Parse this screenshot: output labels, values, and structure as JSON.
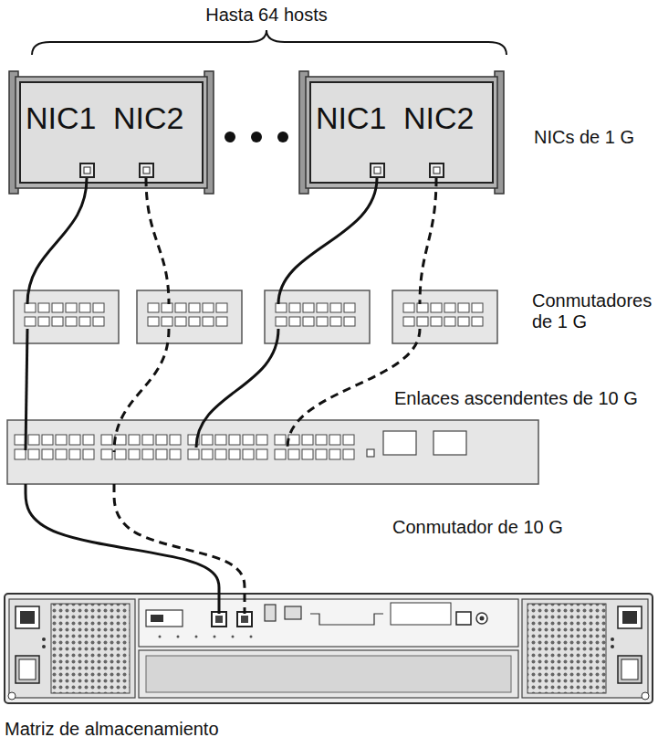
{
  "diagram": {
    "title": "Hasta 64 hosts",
    "nodes": [
      {
        "text": [
          "NIC1",
          "NIC2"
        ]
      },
      {
        "text": [
          "NIC1",
          "NIC2"
        ]
      },
      {
        "text": [
          "Conmutador de 10 G"
        ]
      },
      {
        "text": [
          "Matriz de almacenamiento"
        ]
      }
    ],
    "edges": [
      {
        "from": 2,
        "to": 3,
        "arrow": "none"
      },
      {
        "from": 2,
        "to": 3,
        "arrow": "none"
      }
    ],
    "labels": [
      "NICs de 1 G",
      "Conmutadores de 1 G",
      "Enlaces ascendentes de 10 G"
    ]
  }
}
